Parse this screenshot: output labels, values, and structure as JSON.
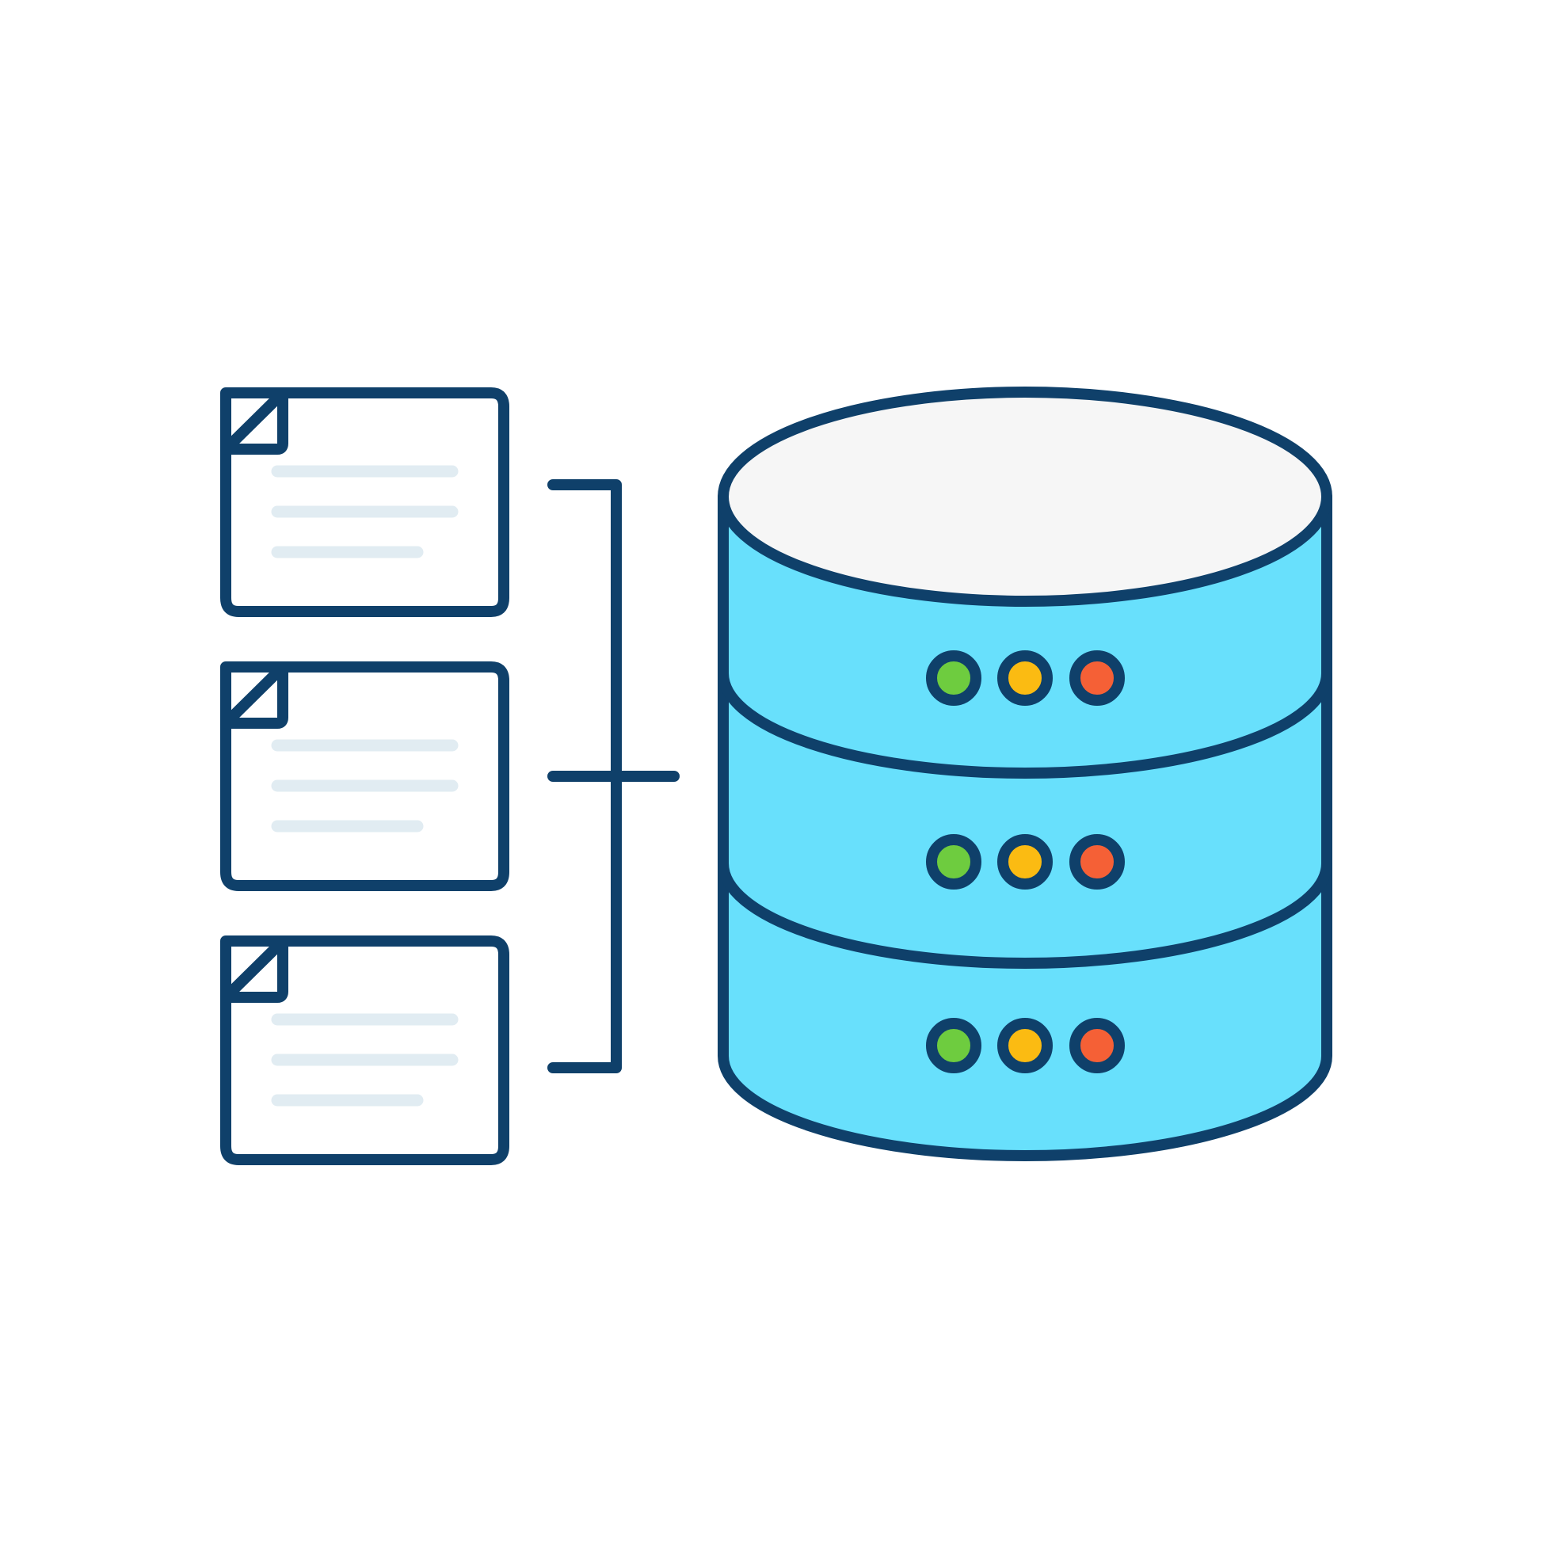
{
  "colors": {
    "outline": "#0f406a",
    "text_line": "#e1ecf2",
    "cylinder_top": "#f6f6f6",
    "cylinder_body": "#68e0fc",
    "led_green": "#6ecc3f",
    "led_yellow": "#fbbb12",
    "led_red": "#f56036",
    "background": "#ffffff"
  },
  "icons": {
    "documents": [
      "document-icon",
      "document-icon",
      "document-icon"
    ],
    "connector": "bracket-connector",
    "database": "database-icon"
  },
  "database": {
    "tiers": 3,
    "leds_per_tier": [
      "green",
      "yellow",
      "red"
    ]
  }
}
